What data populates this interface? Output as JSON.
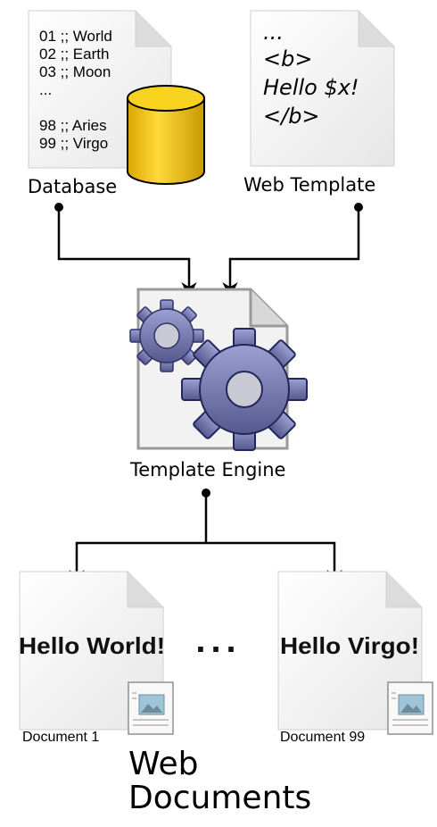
{
  "database": {
    "label": "Database",
    "lines": [
      "01 ;; World",
      "02 ;; Earth",
      "03 ;; Moon",
      "...",
      "98 ;; Aries",
      "99 ;; Virgo"
    ],
    "cylinder_color": "#f2c40f",
    "icon": "database-cylinder-icon"
  },
  "template": {
    "label": "Web Template",
    "lines": [
      "...",
      "<b>",
      "Hello $x!",
      "</b>"
    ]
  },
  "engine": {
    "label": "Template Engine",
    "gear_color": "#7b7fb8",
    "icon": "gears-icon"
  },
  "documents": {
    "heading_line1": "Web",
    "heading_line2": "Documents",
    "ellipsis": "...",
    "items": [
      {
        "content": "Hello World!",
        "caption": "Document 1"
      },
      {
        "content": "Hello Virgo!",
        "caption": "Document 99"
      }
    ],
    "thumbnail_icon": "image-document-icon"
  },
  "colors": {
    "page_fill": "#f0f0f0",
    "page_stroke": "#c8c8c8",
    "arrow": "#000000"
  }
}
